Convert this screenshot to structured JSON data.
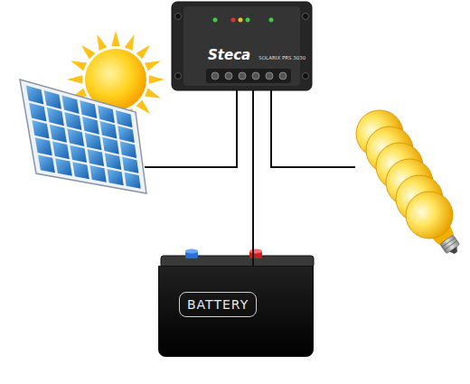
{
  "diagram": {
    "nodes": [
      {
        "text": [
          "Steca",
          "SOLARIX PRS 3030"
        ]
      },
      {
        "text": [
          "BATTERY"
        ]
      }
    ],
    "edges": [
      {
        "from": 0,
        "to": 1,
        "arrow": "none"
      }
    ]
  }
}
